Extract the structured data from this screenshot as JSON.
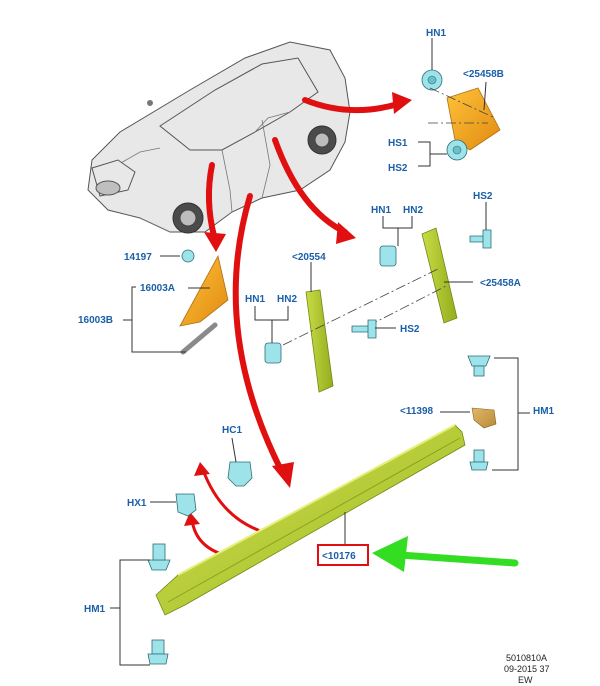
{
  "labels": {
    "hn1_top": "HN1",
    "p25458b": "<25458B",
    "hs1_top": "HS1",
    "hs2_top": "HS2",
    "p14197": "14197",
    "p16003a": "16003A",
    "p16003b": "16003B",
    "p20554": "<20554",
    "hn1_mid": "HN1",
    "hn2_mid": "HN2",
    "hn1_right": "HN1",
    "hn2_right": "HN2",
    "hs2_right": "HS2",
    "p25458a": "<25458A",
    "hs2_mid": "HS2",
    "hc1": "HC1",
    "p11398": "<11398",
    "hm1_right": "HM1",
    "hx1": "HX1",
    "p10176": "<10176",
    "hm1_left": "HM1"
  },
  "footer": {
    "code": "5010810A",
    "date": "09-2015 37",
    "region": "EW"
  },
  "colors": {
    "label_blue": "#1a5fa8",
    "highlight_red": "#e01010",
    "arrow_green": "#33dd22",
    "part_orange": "#f0a21a",
    "part_green": "#b9cf2f",
    "fastener_cyan": "#9fe3ea"
  }
}
